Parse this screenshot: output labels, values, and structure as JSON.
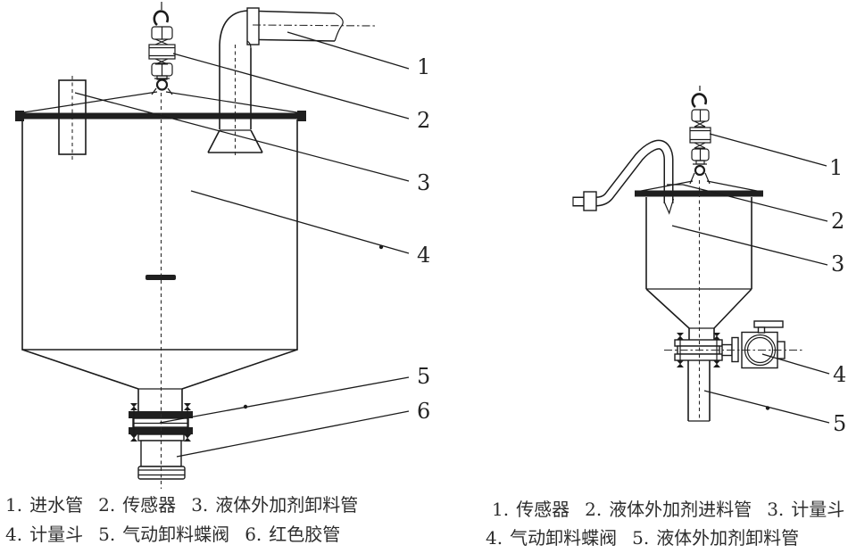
{
  "figure": {
    "background": "#ffffff",
    "line_color": "#1b1b1b",
    "text_color": "#2d2d2d"
  },
  "left_figure": {
    "callouts": [
      "1",
      "2",
      "3",
      "4",
      "5",
      "6"
    ],
    "legend": {
      "row1": [
        {
          "n": "1.",
          "t": "进水管"
        },
        {
          "n": "2.",
          "t": "传感器"
        },
        {
          "n": "3.",
          "t": "液体外加剂卸料管"
        }
      ],
      "row2": [
        {
          "n": "4.",
          "t": "计量斗"
        },
        {
          "n": "5.",
          "t": "气动卸料蝶阀"
        },
        {
          "n": "6.",
          "t": "红色胶管"
        }
      ]
    }
  },
  "right_figure": {
    "callouts": [
      "1",
      "2",
      "3",
      "4",
      "5"
    ],
    "legend": {
      "row1": [
        {
          "n": "1.",
          "t": "传感器"
        },
        {
          "n": "2.",
          "t": "液体外加剂进料管"
        },
        {
          "n": "3.",
          "t": "计量斗"
        }
      ],
      "row2": [
        {
          "n": "4.",
          "t": "气动卸料蝶阀"
        },
        {
          "n": "5.",
          "t": "液体外加剂卸料管"
        }
      ]
    }
  }
}
